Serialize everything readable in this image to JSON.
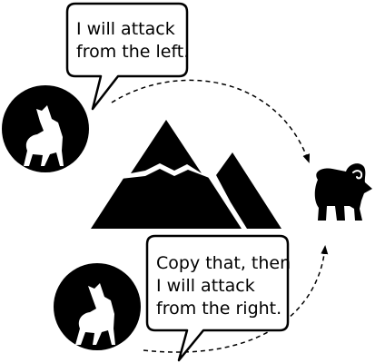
{
  "bubbles": [
    {
      "lines": [
        "I will attack",
        "from the left."
      ]
    },
    {
      "lines": [
        "Copy that, then",
        "I will attack",
        "from the right."
      ]
    }
  ],
  "icons": {
    "wolf_top": "howling-wolf-icon",
    "wolf_bottom": "howling-wolf-icon",
    "mountain": "mountain-icon",
    "target": "ram-icon"
  },
  "colors": {
    "ink": "#000000",
    "background": "#ffffff"
  }
}
